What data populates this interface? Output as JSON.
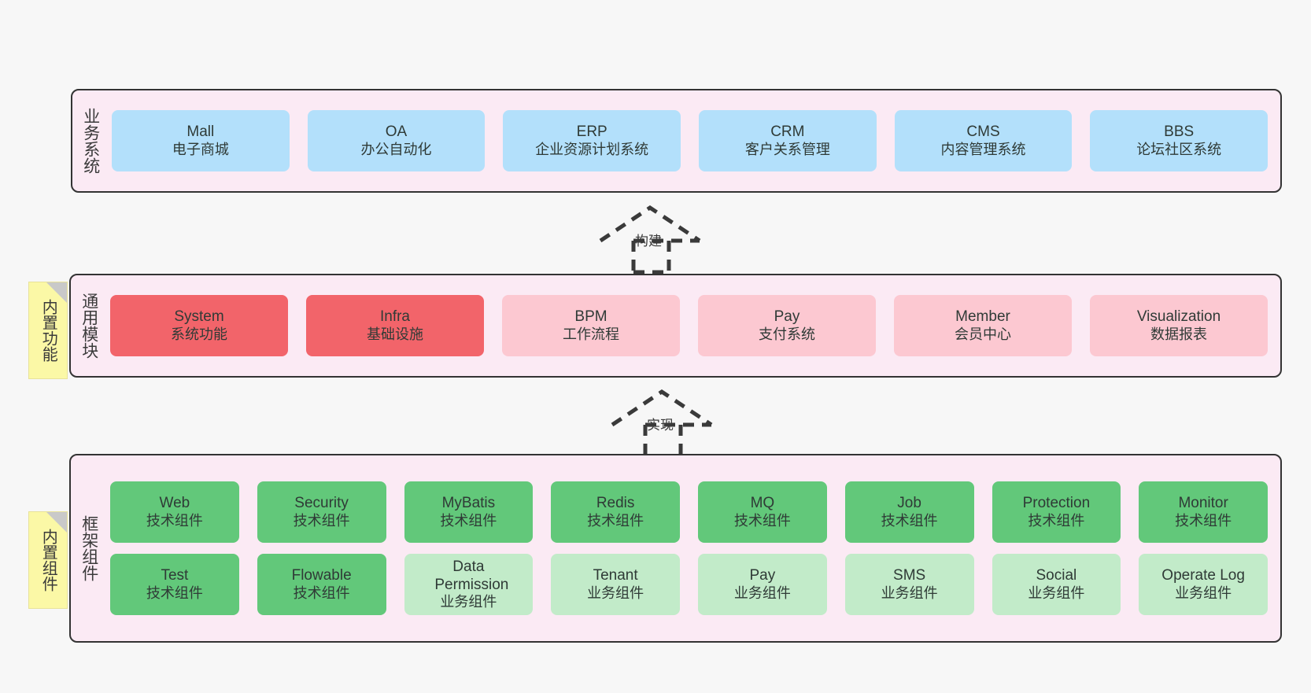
{
  "diagram": {
    "title": "",
    "background_color": "#f7f7f7",
    "band_fill": "#fbeaf4",
    "band_stroke": "#333333",
    "note_fill": "#fbf8a6"
  },
  "layers": [
    {
      "id": "business",
      "title": "业务系统",
      "note": null,
      "rows": [
        {
          "nodes": [
            {
              "en": "Mall",
              "cn": "电子商城",
              "color": "#b3e0fb",
              "style": "c-blue"
            },
            {
              "en": "OA",
              "cn": "办公自动化",
              "color": "#b3e0fb",
              "style": "c-blue"
            },
            {
              "en": "ERP",
              "cn": "企业资源计划系统",
              "color": "#b3e0fb",
              "style": "c-blue"
            },
            {
              "en": "CRM",
              "cn": "客户关系管理",
              "color": "#b3e0fb",
              "style": "c-blue"
            },
            {
              "en": "CMS",
              "cn": "内容管理系统",
              "color": "#b3e0fb",
              "style": "c-blue"
            },
            {
              "en": "BBS",
              "cn": "论坛社区系统",
              "color": "#b3e0fb",
              "style": "c-blue"
            }
          ]
        }
      ]
    },
    {
      "id": "common-module",
      "title": "通用模块",
      "note": "内置功能",
      "rows": [
        {
          "nodes": [
            {
              "en": "System",
              "cn": "系统功能",
              "color": "#f2646a",
              "style": "c-red"
            },
            {
              "en": "Infra",
              "cn": "基础设施",
              "color": "#f2646a",
              "style": "c-red"
            },
            {
              "en": "BPM",
              "cn": "工作流程",
              "color": "#fcc8d1",
              "style": "c-pink"
            },
            {
              "en": "Pay",
              "cn": "支付系统",
              "color": "#fcc8d1",
              "style": "c-pink"
            },
            {
              "en": "Member",
              "cn": "会员中心",
              "color": "#fcc8d1",
              "style": "c-pink"
            },
            {
              "en": "Visualization",
              "cn": "数据报表",
              "color": "#fcc8d1",
              "style": "c-pink"
            }
          ]
        }
      ]
    },
    {
      "id": "framework-component",
      "title": "框架组件",
      "note": "内置组件",
      "rows": [
        {
          "nodes": [
            {
              "en": "Web",
              "cn": "技术组件",
              "color": "#62c87a",
              "style": "c-green"
            },
            {
              "en": "Security",
              "cn": "技术组件",
              "color": "#62c87a",
              "style": "c-green"
            },
            {
              "en": "MyBatis",
              "cn": "技术组件",
              "color": "#62c87a",
              "style": "c-green"
            },
            {
              "en": "Redis",
              "cn": "技术组件",
              "color": "#62c87a",
              "style": "c-green"
            },
            {
              "en": "MQ",
              "cn": "技术组件",
              "color": "#62c87a",
              "style": "c-green"
            },
            {
              "en": "Job",
              "cn": "技术组件",
              "color": "#62c87a",
              "style": "c-green"
            },
            {
              "en": "Protection",
              "cn": "技术组件",
              "color": "#62c87a",
              "style": "c-green"
            },
            {
              "en": "Monitor",
              "cn": "技术组件",
              "color": "#62c87a",
              "style": "c-green"
            }
          ]
        },
        {
          "nodes": [
            {
              "en": "Test",
              "cn": "技术组件",
              "color": "#62c87a",
              "style": "c-green"
            },
            {
              "en": "Flowable",
              "cn": "技术组件",
              "color": "#62c87a",
              "style": "c-green"
            },
            {
              "en": "Data Permission",
              "cn": "业务组件",
              "color": "#c2ebc9",
              "style": "c-lgreen"
            },
            {
              "en": "Tenant",
              "cn": "业务组件",
              "color": "#c2ebc9",
              "style": "c-lgreen"
            },
            {
              "en": "Pay",
              "cn": "业务组件",
              "color": "#c2ebc9",
              "style": "c-lgreen"
            },
            {
              "en": "SMS",
              "cn": "业务组件",
              "color": "#c2ebc9",
              "style": "c-lgreen"
            },
            {
              "en": "Social",
              "cn": "业务组件",
              "color": "#c2ebc9",
              "style": "c-lgreen"
            },
            {
              "en": "Operate Log",
              "cn": "业务组件",
              "color": "#c2ebc9",
              "style": "c-lgreen"
            }
          ]
        }
      ]
    }
  ],
  "connectors": [
    {
      "id": "build",
      "label": "构建"
    },
    {
      "id": "implement",
      "label": "实现"
    }
  ]
}
